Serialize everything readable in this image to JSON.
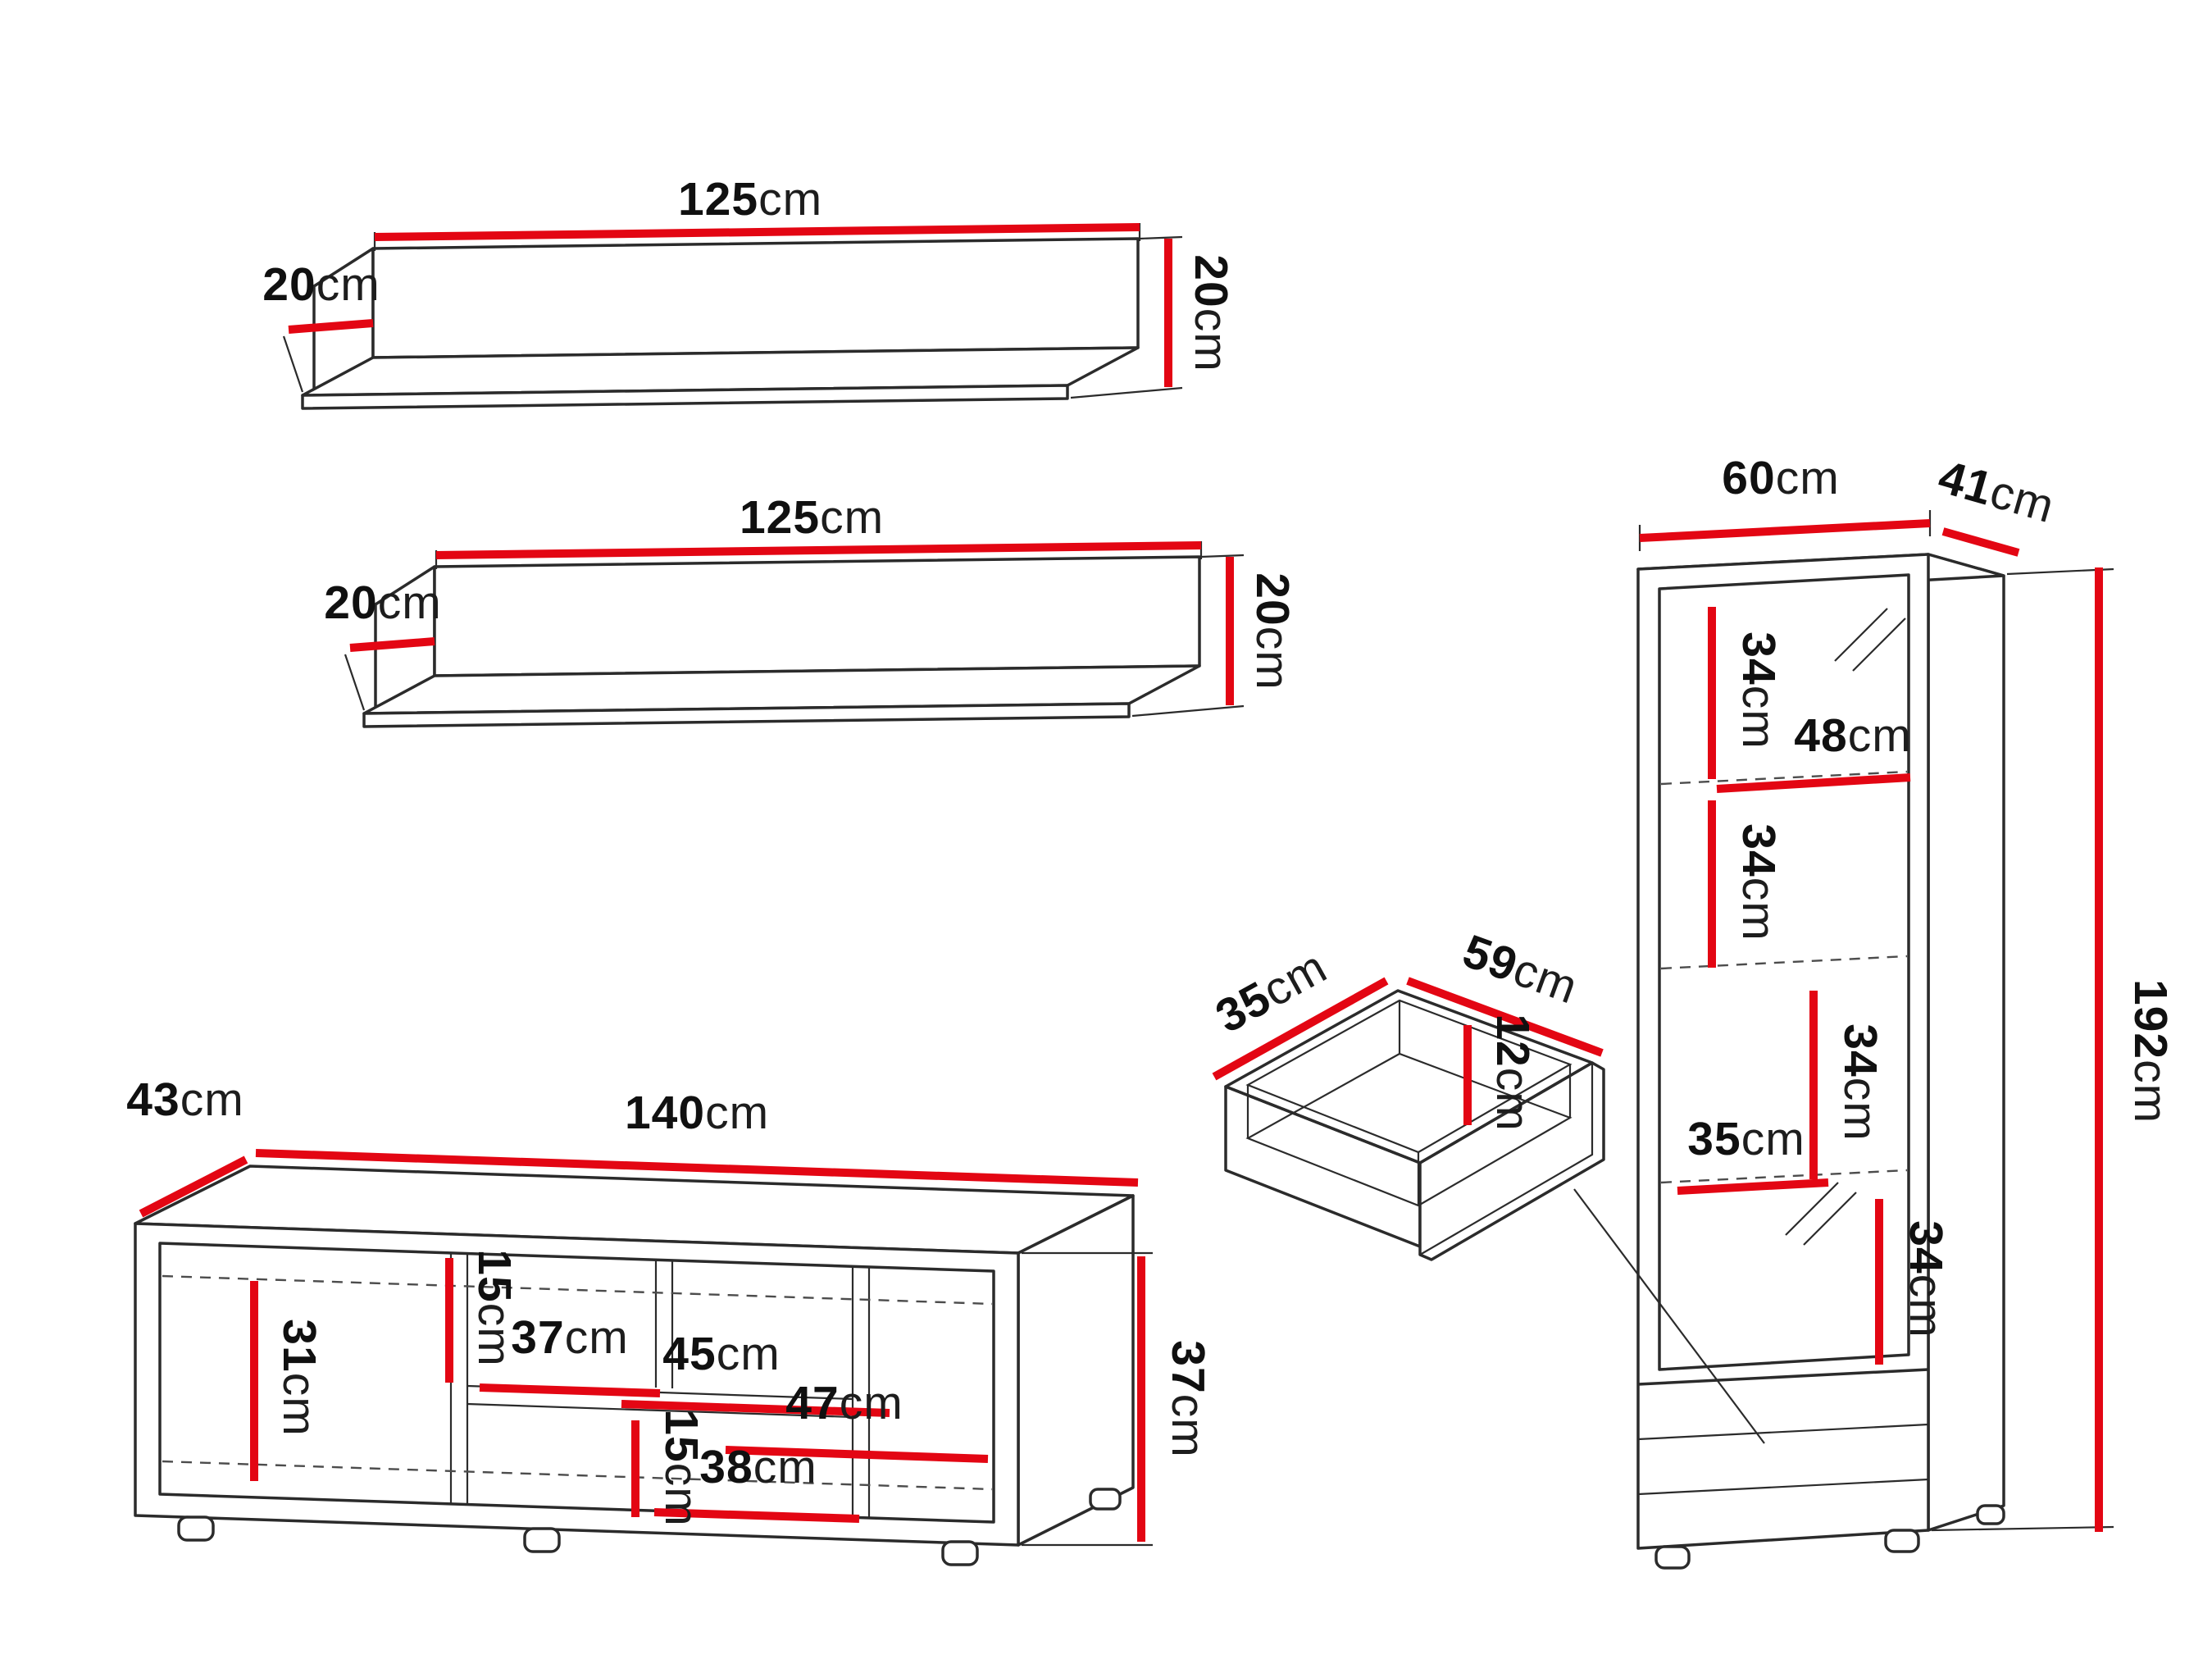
{
  "unit": "cm",
  "colors": {
    "dimension_line": "#e30613",
    "outline": "#2b2b2b",
    "label_text": "#101010",
    "background": "#ffffff"
  },
  "shelf1": {
    "width": "125",
    "depth": "20",
    "height": "20"
  },
  "shelf2": {
    "width": "125",
    "depth": "20",
    "height": "20"
  },
  "tv_stand": {
    "depth": "43",
    "width": "140",
    "height": "37",
    "left_compartment_height": "31",
    "upper_niche_height": "15",
    "upper_niche_width": "37",
    "middle_shelf_width": "45",
    "right_compartment_width": "47",
    "lower_niche_height": "15",
    "lower_niche_width": "38"
  },
  "drawer": {
    "depth": "35",
    "width": "59",
    "height": "12"
  },
  "cabinet": {
    "width": "60",
    "depth": "41",
    "height": "192",
    "section_top": "34",
    "upper_inner_width": "48",
    "section_second": "34",
    "section_third": "34",
    "lower_inner_width": "35",
    "section_bottom": "34"
  }
}
